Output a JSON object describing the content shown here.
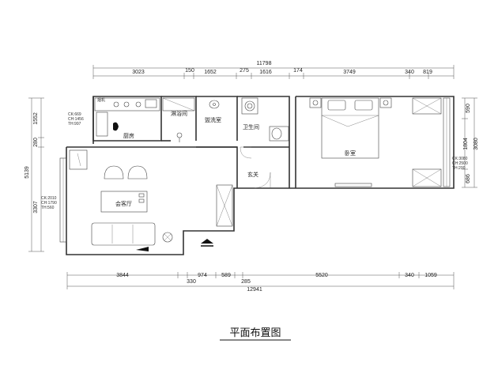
{
  "top_dims": {
    "total": "11798",
    "segments": [
      "3023",
      "150",
      "1652",
      "275",
      "1616",
      "174",
      "3749",
      "340",
      "819"
    ]
  },
  "bottom_dims": {
    "segments": [
      "3844",
      "974",
      "589",
      "5520",
      "340",
      "1059"
    ],
    "sub": [
      "330",
      "285"
    ],
    "total": "12941"
  },
  "left_dims": {
    "outer": "5139",
    "segments": [
      "1552",
      "280",
      "3307"
    ]
  },
  "right_dims": {
    "outer": "3080",
    "segments": [
      "590",
      "1804",
      "686"
    ]
  },
  "rooms": {
    "kitchen": "厨房",
    "shower": "淋浴间",
    "washroom": "盥洗室",
    "toilet": "卫生间",
    "bedroom": "卧室",
    "living": "会客厅",
    "entry": "玄关"
  },
  "notes": {
    "kitchen": [
      "CK:669",
      "CH:1456",
      "TH:997"
    ],
    "living": [
      "CK:2010",
      "CH:1790",
      "TH:560"
    ],
    "bedroom": [
      "CK:3080",
      "CH:2500",
      "TH:200"
    ]
  },
  "labels": {
    "range_hood": "烟机"
  },
  "title": "平面布置图"
}
